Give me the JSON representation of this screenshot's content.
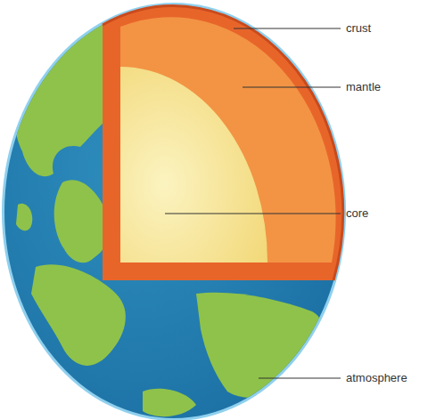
{
  "diagram": {
    "labels": [
      "crust",
      "mantle",
      "core",
      "atmosphere"
    ]
  }
}
